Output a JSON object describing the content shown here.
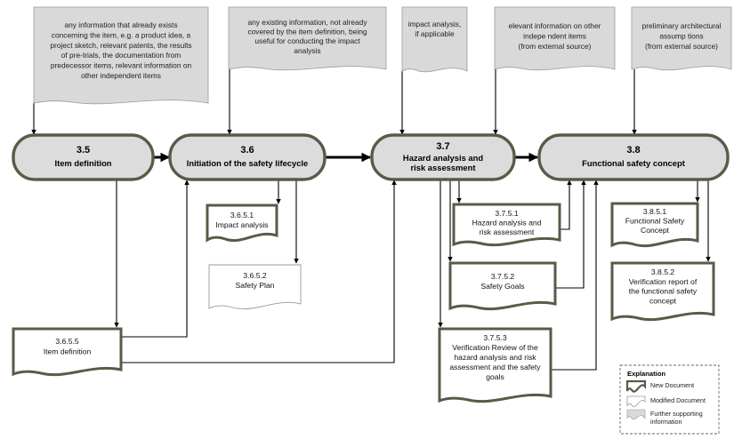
{
  "colors": {
    "accent": "#5a5a48",
    "phase_fill": "#dcdcdc",
    "note_fill": "#d9d9d9",
    "new_doc_stroke": "#5a5a48",
    "modified_doc_stroke": "#999999"
  },
  "notes": [
    {
      "id": "n1",
      "lines": [
        "any information that already exists",
        "concerning the item, e.g. a product idea, a",
        "project sketch, relevant patents, the results",
        "of pre-trials, the documentation from",
        "predecessor items, relevant information on",
        "other independent items"
      ]
    },
    {
      "id": "n2",
      "lines": [
        "any existing information, not already",
        "covered by the item definition, being",
        "useful for conducting the impact",
        "analysis"
      ]
    },
    {
      "id": "n3",
      "lines": [
        "impact analysis,",
        "if applicable"
      ]
    },
    {
      "id": "n4",
      "lines": [
        "elevant information on other",
        "indepe ndent items",
        "(from external source)"
      ]
    },
    {
      "id": "n5",
      "lines": [
        "preliminary architectural",
        "assump tions",
        "(from external source)"
      ]
    }
  ],
  "phases": [
    {
      "id": "p35",
      "number": "3.5",
      "title": [
        "Item definition"
      ]
    },
    {
      "id": "p36",
      "number": "3.6",
      "title": [
        "Initiation of the safety lifecycle"
      ]
    },
    {
      "id": "p37",
      "number": "3.7",
      "title": [
        "Hazard analysis and",
        "risk assessment"
      ]
    },
    {
      "id": "p38",
      "number": "3.8",
      "title": [
        "Functional safety concept"
      ]
    }
  ],
  "documents": [
    {
      "id": "d3651",
      "kind": "new",
      "lines": [
        "3.6.5.1",
        "Impact analysis"
      ]
    },
    {
      "id": "d3652",
      "kind": "modified",
      "lines": [
        "3.6.5.2",
        "Safety Plan"
      ]
    },
    {
      "id": "d3655",
      "kind": "new",
      "lines": [
        "3.6.5.5",
        "Item definition"
      ]
    },
    {
      "id": "d3751",
      "kind": "new",
      "lines": [
        "3.7.5.1",
        "Hazard analysis and",
        "risk assessment"
      ]
    },
    {
      "id": "d3752",
      "kind": "new",
      "lines": [
        "3.7.5.2",
        "Safety Goals"
      ]
    },
    {
      "id": "d3753",
      "kind": "new",
      "lines": [
        "3.7.5.3",
        "Verification Review of the",
        "hazard analysis and risk",
        "assessment and the safety",
        "goals"
      ]
    },
    {
      "id": "d3851",
      "kind": "new",
      "lines": [
        "3.8.5.1",
        "Functional Safety",
        "Concept"
      ]
    },
    {
      "id": "d3852",
      "kind": "new",
      "lines": [
        "3.8.5.2",
        "Verification report of",
        "the functional safety",
        "concept"
      ]
    }
  ],
  "legend": {
    "title": "Explanation",
    "items": [
      {
        "kind": "new",
        "lines": [
          "New Document"
        ]
      },
      {
        "kind": "modified",
        "lines": [
          "Modified  Document"
        ]
      },
      {
        "kind": "support",
        "lines": [
          "Further supporting",
          "information"
        ]
      }
    ]
  }
}
